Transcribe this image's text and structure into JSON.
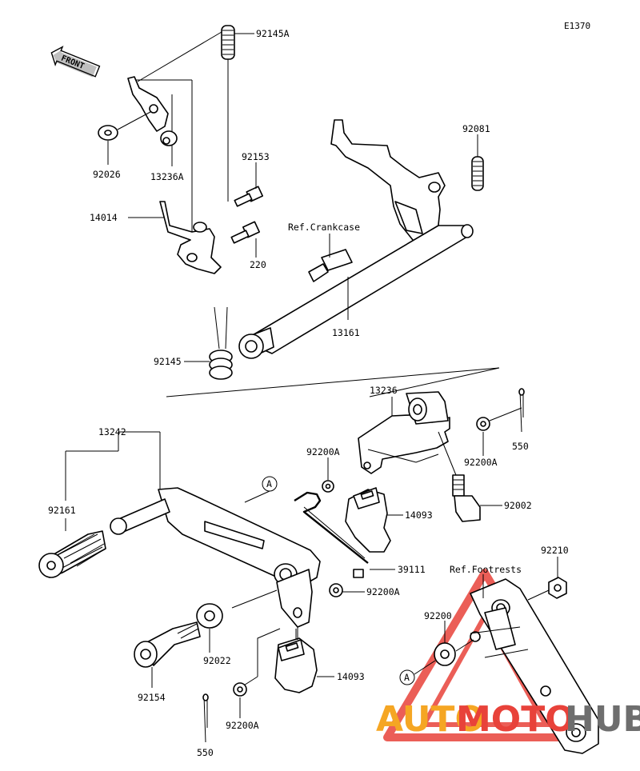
{
  "figure_id": "E1370",
  "front_arrow_text": "FRONT",
  "labels": {
    "p92145A": "92145A",
    "p92026": "92026",
    "p13236A": "13236A",
    "p92153": "92153",
    "p14014": "14014",
    "p220": "220",
    "p92081": "92081",
    "ref_crankcase": "Ref.Crankcase",
    "p13161": "13161",
    "p92145": "92145",
    "p13236": "13236",
    "p13242": "13242",
    "p92200A_1": "92200A",
    "p550_1": "550",
    "p92200A_2": "92200A",
    "p92161": "92161",
    "p14093_1": "14093",
    "p92002": "92002",
    "callout_a_1": "A",
    "p39111": "39111",
    "ref_footrests": "Ref.Footrests",
    "p92210": "92210",
    "p92200A_3": "92200A",
    "p92200": "92200",
    "p92022": "92022",
    "p14093_2": "14093",
    "callout_a_2": "A",
    "p92154": "92154",
    "p92200A_4": "92200A",
    "p550_2": "550"
  },
  "watermark": {
    "part1": "AUTO",
    "part2": "MOTO",
    "part3": "HUB",
    "color_orange": "#f5a623",
    "color_red": "#e8423a",
    "color_gray": "#6e6e6e"
  }
}
